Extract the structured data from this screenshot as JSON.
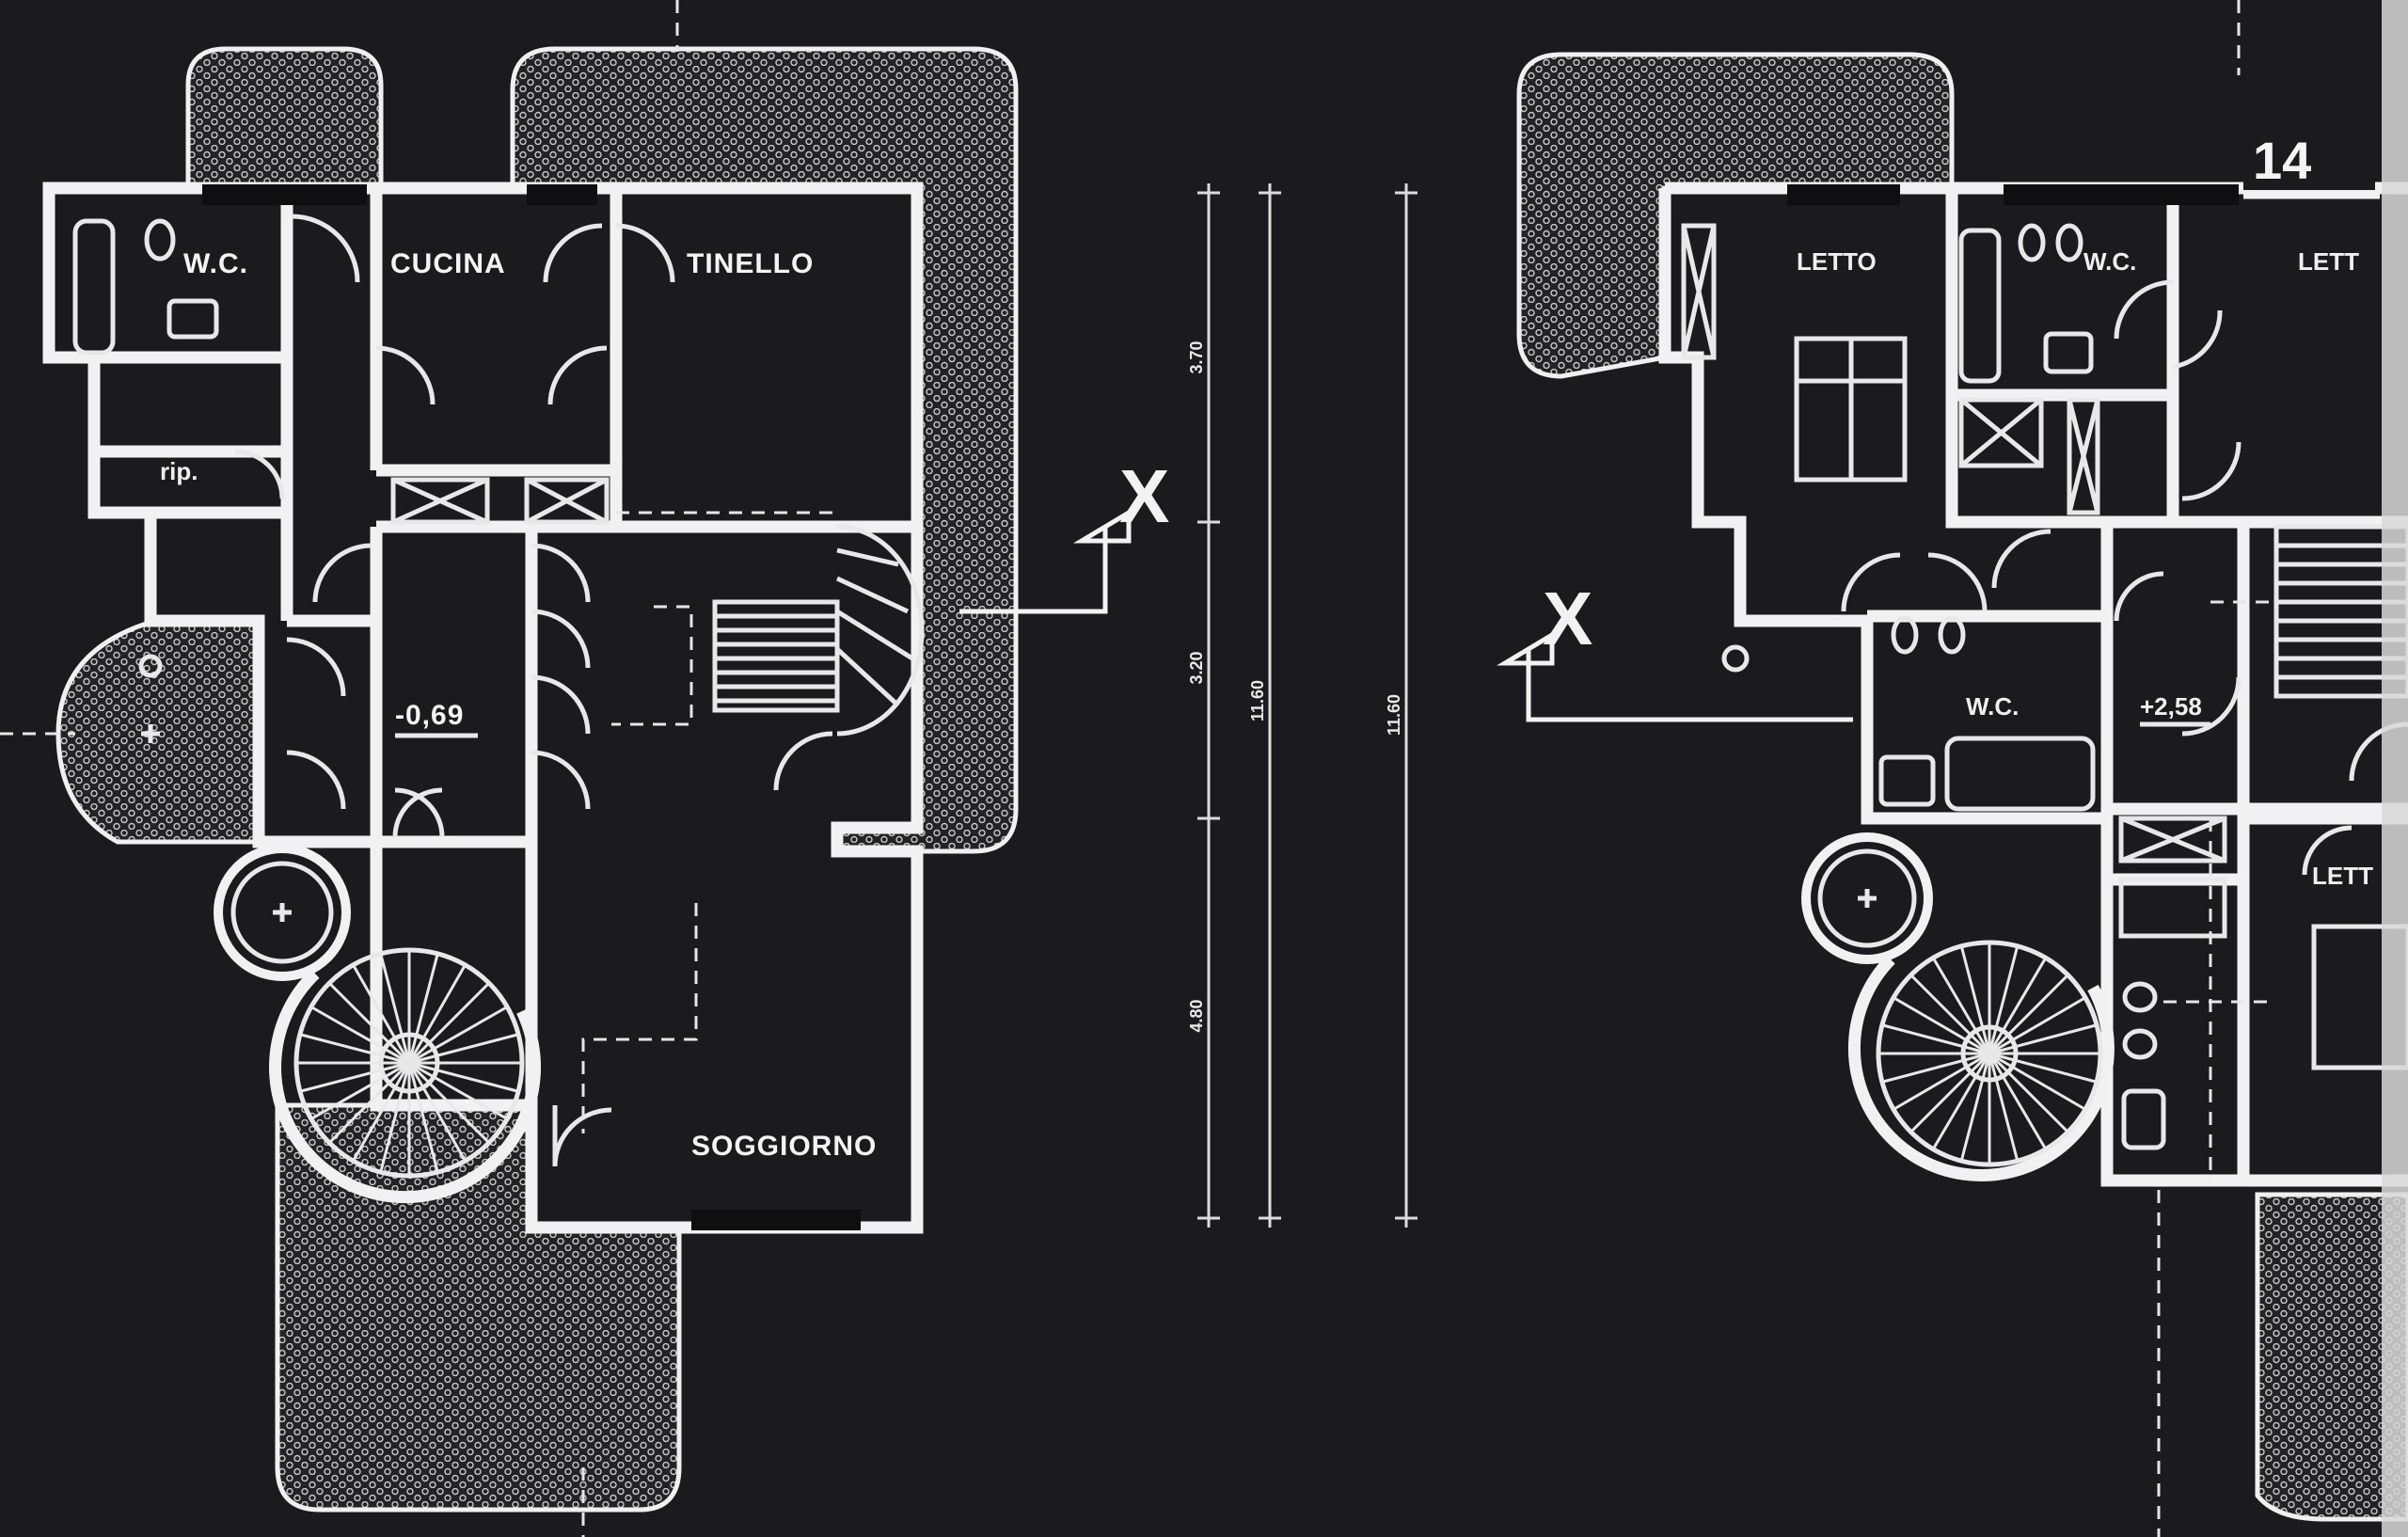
{
  "page_number": "14",
  "ground_floor": {
    "rooms": {
      "wc": "W.C.",
      "cucina": "CUCINA",
      "tinello": "TINELLO",
      "ripostiglio": "rip.",
      "soggiorno": "SOGGIORNO"
    },
    "level": "-0,69"
  },
  "upper_floor": {
    "rooms": {
      "letto_1": "LETTO",
      "wc_1": "W.C.",
      "letto_2": "LETT",
      "wc_2": "W.C.",
      "letto_3": "LETT"
    },
    "level": "+2,58"
  },
  "dimensions": {
    "segments": [
      "3.70",
      "3.20",
      "4.80"
    ],
    "total_a": "11.60",
    "total_b": "11.60"
  },
  "section_marker": "X",
  "colors": {
    "background": "#1b1b1d",
    "lines": "#f1f1f1"
  }
}
